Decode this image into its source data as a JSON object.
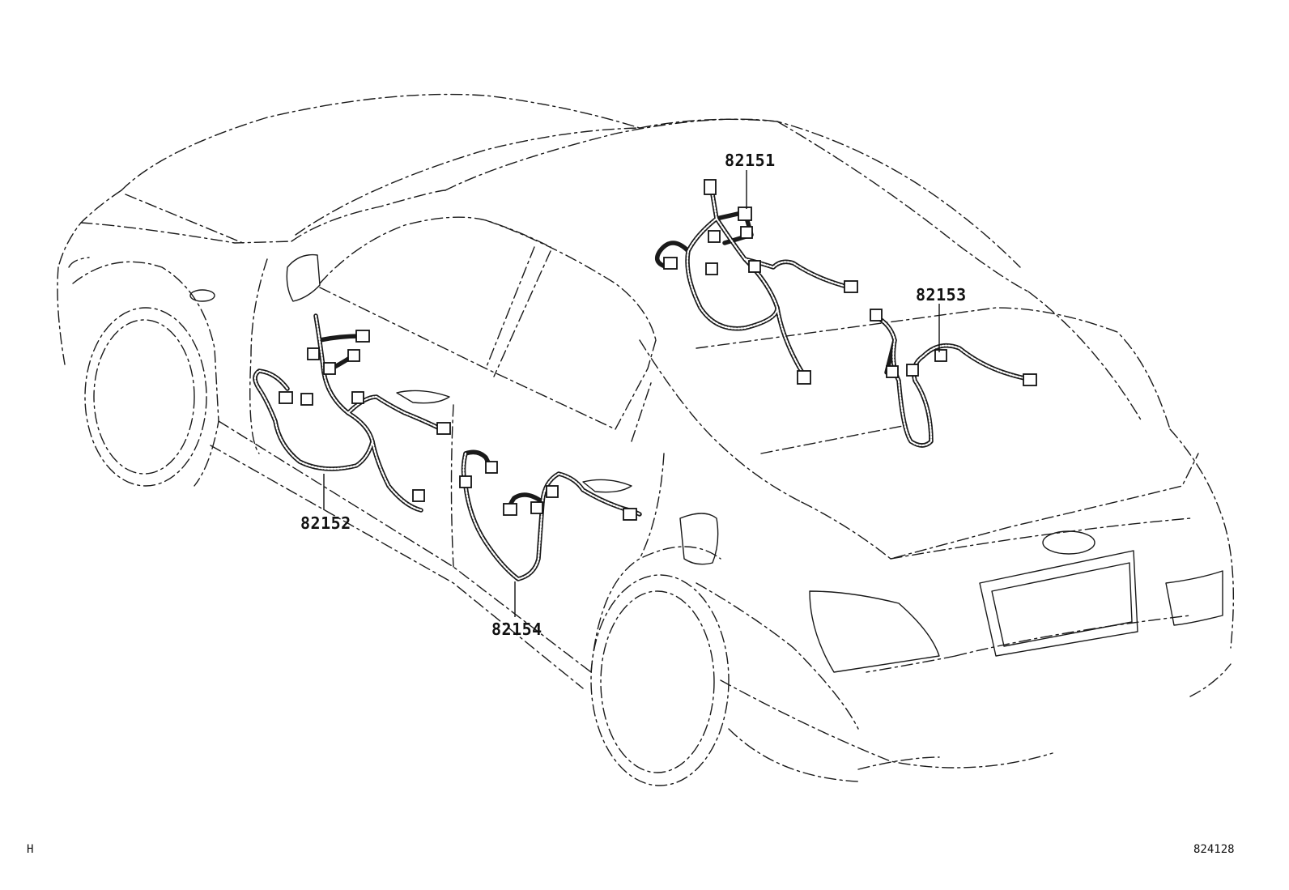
{
  "labels": {
    "part_82151": "82151",
    "part_82152": "82152",
    "part_82153": "82153",
    "part_82154": "82154"
  },
  "footer": {
    "left_code": "H",
    "right_code": "824128"
  }
}
